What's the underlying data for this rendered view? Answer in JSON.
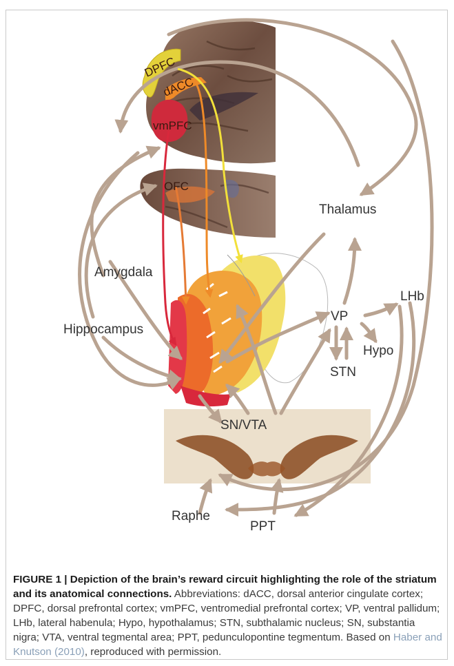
{
  "labels": {
    "dpfc": "DPFC",
    "dacc": "dACC",
    "vmpfc": "vmPFC",
    "ofc": "OFC",
    "thalamus": "Thalamus",
    "amygdala": "Amygdala",
    "hippocampus": "Hippocampus",
    "lhb": "LHb",
    "vp": "VP",
    "hypo": "Hypo",
    "stn": "STN",
    "snvta": "SN/VTA",
    "raphe": "Raphe",
    "ppt": "PPT"
  },
  "caption": {
    "title": "FIGURE 1 | Depiction of the brain’s reward circuit highlighting the role of the striatum and its anatomical connections.",
    "text": " Abbreviations: dACC, dorsal anterior cingulate cortex; DPFC, dorsal prefrontal cortex; vmPFC, ventromedial prefrontal cortex; VP, ventral pallidum; LHb, lateral habenula; Hypo, hypothalamus; STN, subthalamic nucleus; SN, substantia nigra; VTA, ventral tegmental area; PPT, pedunculopontine tegmentum. Based on ",
    "reference": "Haber and Knutson (2010)",
    "tail": ", reproduced with permission."
  },
  "colors": {
    "arrow": "#b9a391",
    "red": "#d8283c",
    "orange": "#ee8a28",
    "yellow": "#f2e03a",
    "brain": "#7a5a4a",
    "midbrain_bg": "#ece0cc"
  }
}
